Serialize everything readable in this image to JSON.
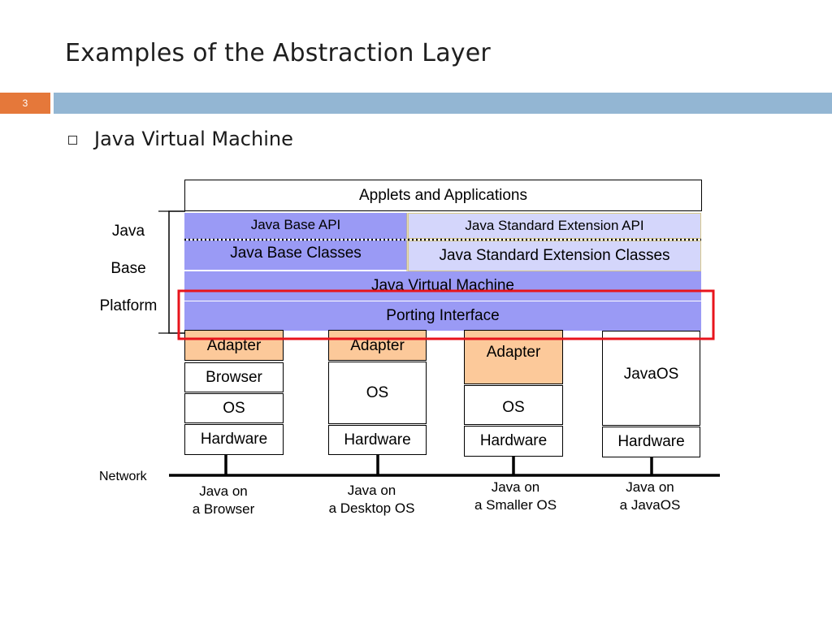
{
  "slide": {
    "title": "Examples of the Abstraction Layer",
    "number": "3",
    "bullet": "Java Virtual Machine",
    "accent_color": "#e5783a",
    "band_color": "#93b6d3",
    "highlight_color": "#e8141c"
  },
  "diagram": {
    "applications": "Applets and Applications",
    "base_api": "Java Base API",
    "ext_api": "Java Standard Extension API",
    "base_classes": "Java Base Classes",
    "ext_classes": "Java Standard Extension Classes",
    "jvm": "Java Virtual Machine",
    "porting": "Porting Interface",
    "platform_label": [
      "Java",
      "Base",
      "Platform"
    ],
    "network": "Network",
    "columns": [
      {
        "adapter": "Adapter",
        "browser": "Browser",
        "os": "OS",
        "hardware": "Hardware",
        "caption": [
          "Java on",
          "a Browser"
        ]
      },
      {
        "adapter": "Adapter",
        "os": "OS",
        "hardware": "Hardware",
        "caption": [
          "Java on",
          "a Desktop OS"
        ]
      },
      {
        "adapter": "Adapter",
        "os": "OS",
        "hardware": "Hardware",
        "caption": [
          "Java on",
          "a Smaller OS"
        ]
      },
      {
        "os": "JavaOS",
        "hardware": "Hardware",
        "caption": [
          "Java on",
          "a JavaOS"
        ]
      }
    ]
  }
}
